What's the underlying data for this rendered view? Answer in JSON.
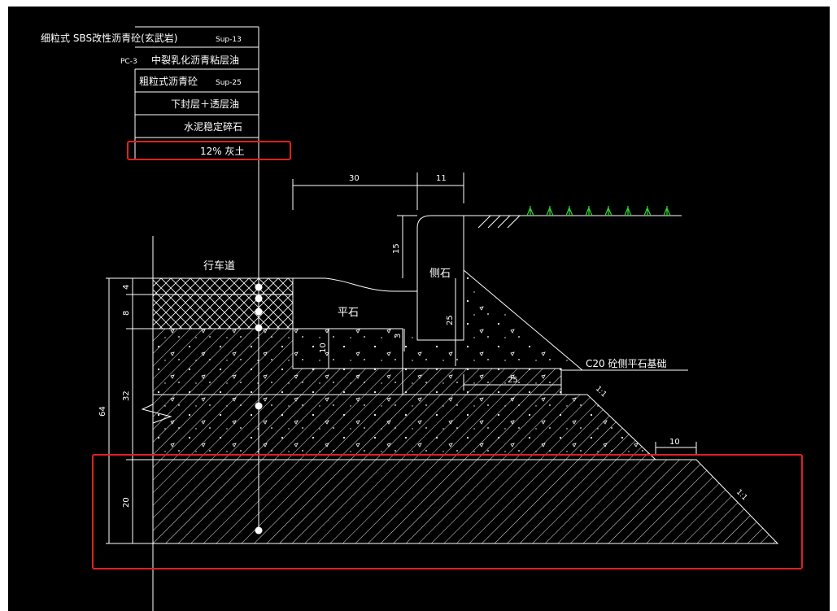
{
  "colors": {
    "background": "#000000",
    "line": "#ffffff",
    "highlight": "#e02020",
    "grass": "#2fd42f"
  },
  "layers": [
    {
      "name": "细粒式 SBS改性沥青砼(玄武岩)",
      "code": "Sup-13"
    },
    {
      "name": "中裂乳化沥青粘层油",
      "code": "PC-3"
    },
    {
      "name": "粗粒式沥青砼",
      "code": "Sup-25"
    },
    {
      "name": "下封层＋透层油",
      "code": ""
    },
    {
      "name": "水泥稳定碎石",
      "code": ""
    },
    {
      "name": "12%  灰土",
      "code": ""
    }
  ],
  "labels": {
    "carriageway": "行车道",
    "flat_stone": "平石",
    "curb_stone": "侧石",
    "curb_base": "C20  砼侧平石基础",
    "slope_upper": "1:1",
    "slope_lower": "1:1"
  },
  "dimensions": {
    "top_30": "30",
    "top_11": "11",
    "curb_15": "15",
    "curb_25": "25",
    "flat_3": "3",
    "flat_10": "10",
    "base_25": "25",
    "edge_10": "10",
    "left_4": "4",
    "left_8": "8",
    "left_32": "32",
    "left_20": "20",
    "total_64": "64"
  }
}
